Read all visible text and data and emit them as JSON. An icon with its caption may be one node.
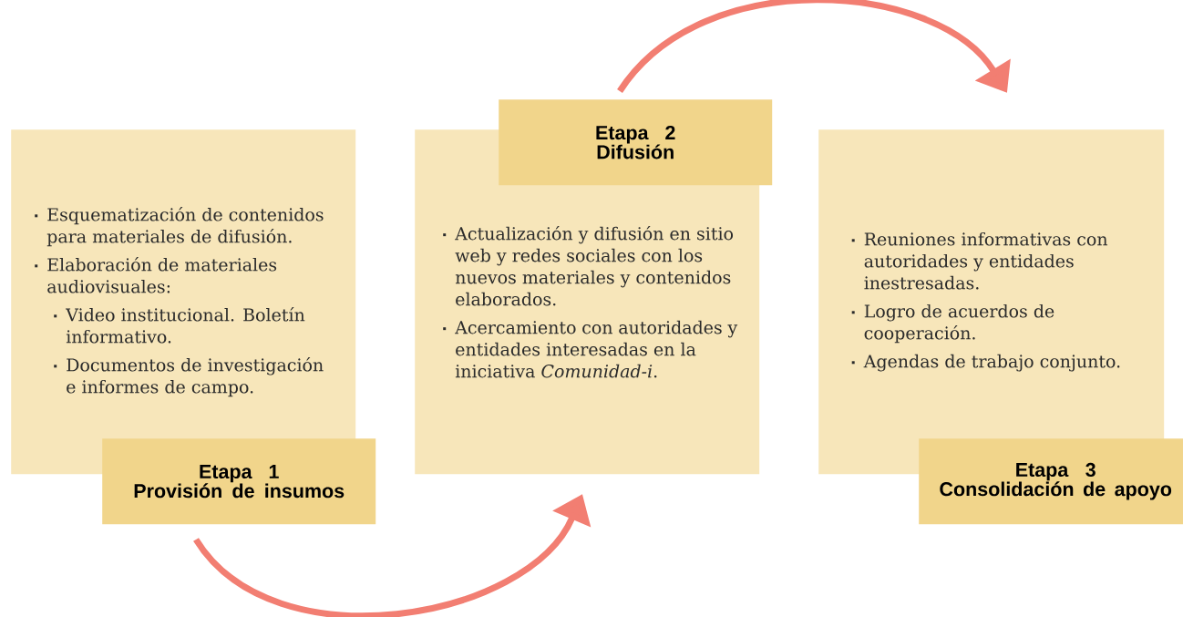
{
  "diagram": {
    "nodes": [
      {
        "text": [
          "Esquematización de contenidos para materiales de difusión.",
          "Elaboración de materiales audiovisuales:",
          "Video institucional. Boletín informativo.",
          "Documentos de investigación e informes de campo."
        ]
      },
      {
        "text": [
          "Etapa 1",
          "Provisión de insumos"
        ]
      },
      {
        "text": [
          "Actualización y difusión en sitio web y redes sociales con los nuevos materiales y contenidos elaborados.",
          "Acercamiento con autoridades y entidades interesadas en la iniciativa *Comunidad-i*."
        ]
      },
      {
        "text": [
          "Etapa 2",
          "Difusión"
        ]
      },
      {
        "text": [
          "Reuniones informativas con autoridades y entidades inestresadas.",
          "Logro de acuerdos de cooperación.",
          "Agendas de trabajo conjunto."
        ]
      },
      {
        "text": [
          "Etapa 3",
          "Consolidación de apoyo"
        ]
      }
    ],
    "edges": [
      {
        "from": 1,
        "to": 2,
        "arrow": "to"
      },
      {
        "from": 3,
        "to": 4,
        "arrow": "to"
      }
    ]
  }
}
